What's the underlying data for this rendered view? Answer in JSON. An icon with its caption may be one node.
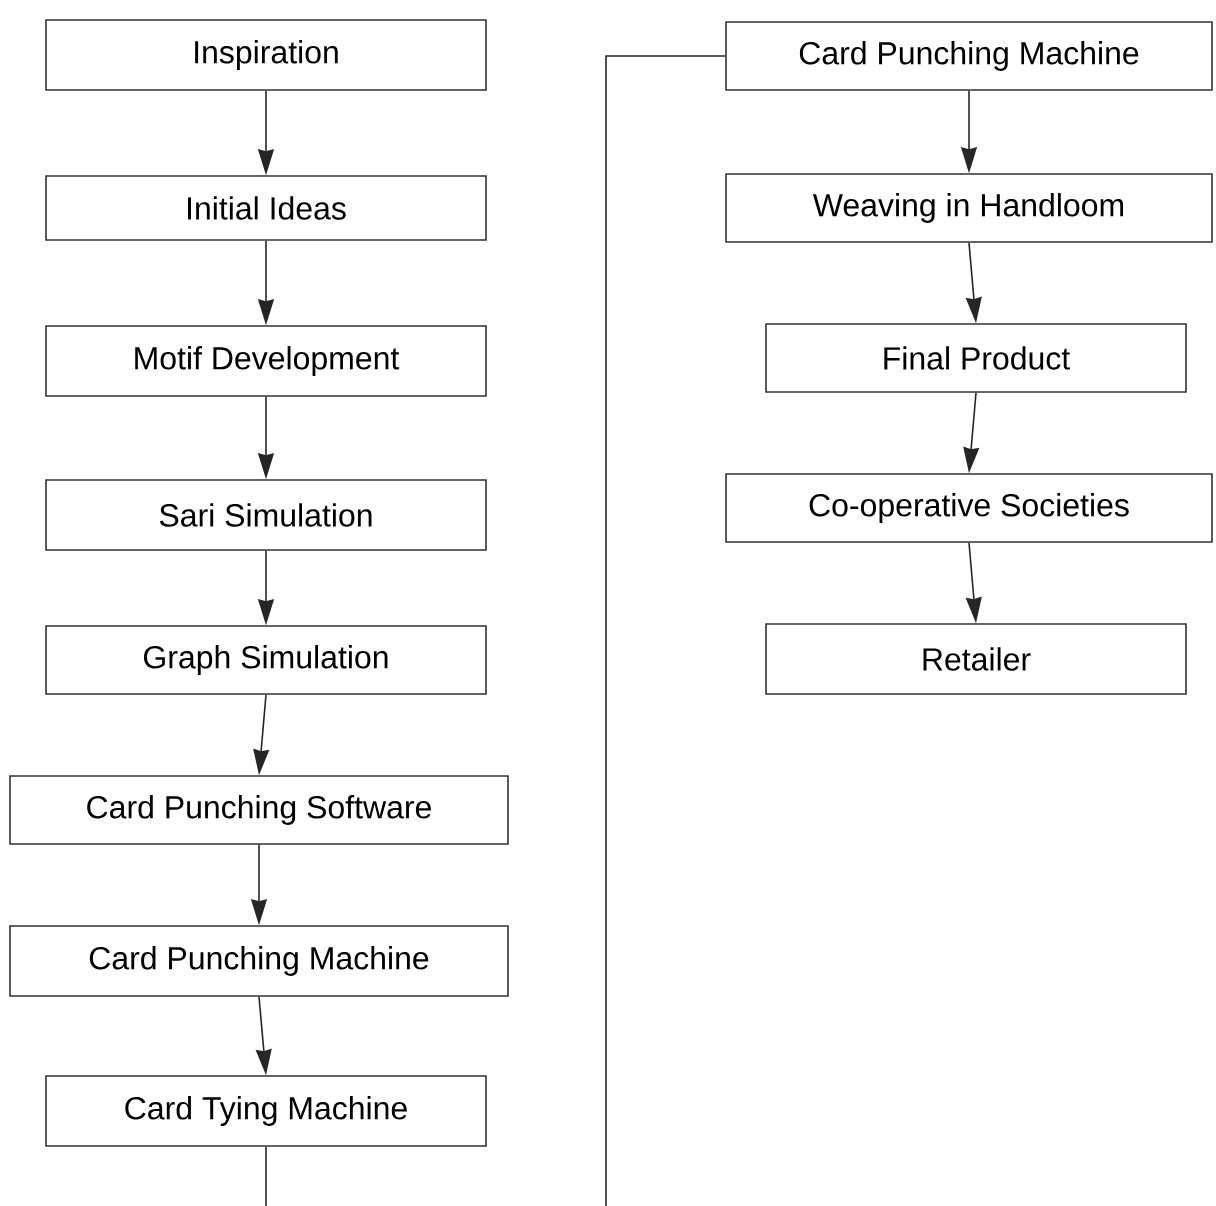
{
  "diagram": {
    "nodes": [
      {
        "text": [
          "Inspiration"
        ]
      },
      {
        "text": [
          "Initial Ideas"
        ]
      },
      {
        "text": [
          "Motif Development"
        ]
      },
      {
        "text": [
          "Sari Simulation"
        ]
      },
      {
        "text": [
          "Graph Simulation"
        ]
      },
      {
        "text": [
          "Card Punching Software"
        ]
      },
      {
        "text": [
          "Card Punching Machine"
        ]
      },
      {
        "text": [
          "Card Tying Machine"
        ]
      },
      {
        "text": [
          "Card Punching Machine"
        ]
      },
      {
        "text": [
          "Weaving in Handloom"
        ]
      },
      {
        "text": [
          "Final Product"
        ]
      },
      {
        "text": [
          "Co-operative Societies"
        ]
      },
      {
        "text": [
          "Retailer"
        ]
      }
    ],
    "edges": [
      {
        "from": 0,
        "to": 1,
        "arrow": "to"
      },
      {
        "from": 1,
        "to": 2,
        "arrow": "to"
      },
      {
        "from": 2,
        "to": 3,
        "arrow": "to"
      },
      {
        "from": 3,
        "to": 4,
        "arrow": "to"
      },
      {
        "from": 4,
        "to": 5,
        "arrow": "to"
      },
      {
        "from": 5,
        "to": 6,
        "arrow": "to"
      },
      {
        "from": 6,
        "to": 7,
        "arrow": "to"
      },
      {
        "from": 7,
        "to": 8,
        "arrow": "none"
      },
      {
        "from": 8,
        "to": 9,
        "arrow": "to"
      },
      {
        "from": 9,
        "to": 10,
        "arrow": "to"
      },
      {
        "from": 10,
        "to": 11,
        "arrow": "to"
      },
      {
        "from": 11,
        "to": 12,
        "arrow": "to"
      }
    ]
  }
}
